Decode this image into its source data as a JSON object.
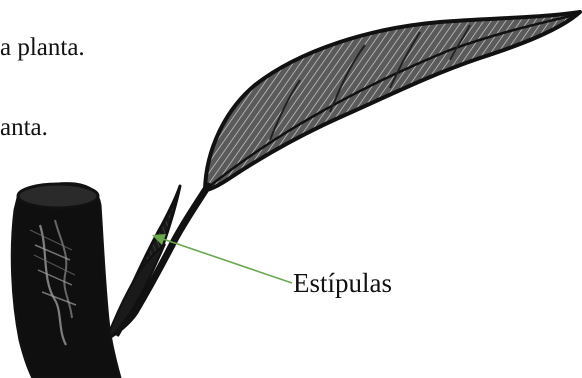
{
  "text_lines": [
    "a planta.",
    "anta."
  ],
  "annotation": {
    "label": "Estípulas"
  },
  "colors": {
    "arrow": "#6aa84f",
    "ink": "#111111",
    "leaf_fill": "#6e6e6e"
  }
}
